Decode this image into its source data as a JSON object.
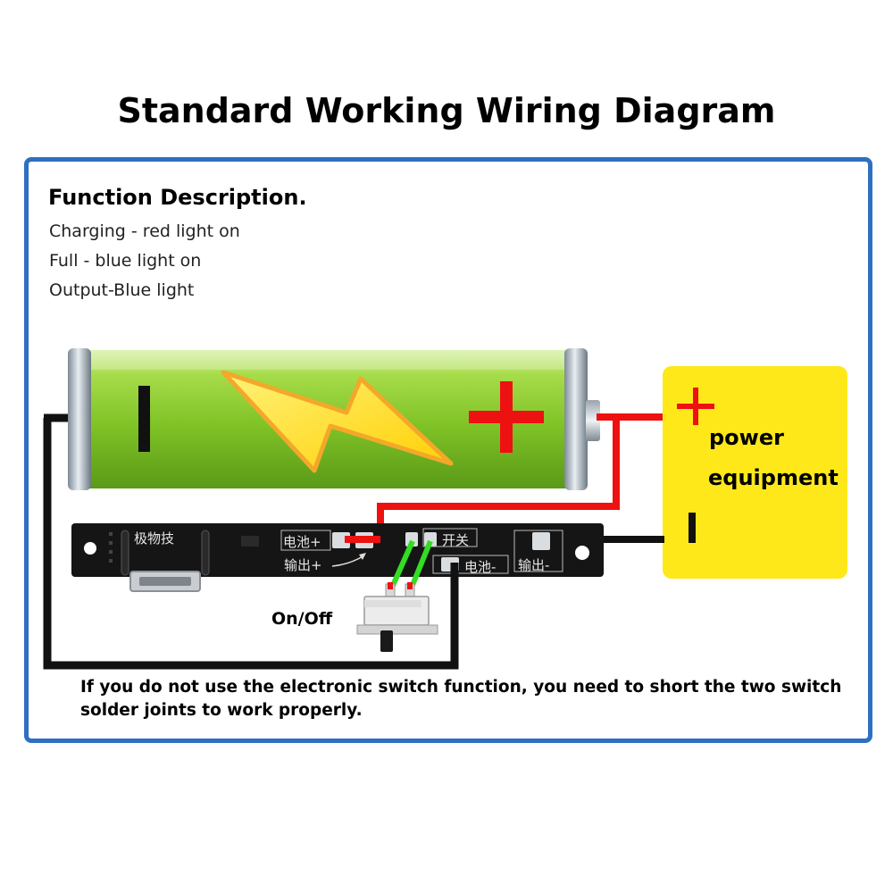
{
  "title": "Standard Working Wiring Diagram",
  "function": {
    "heading": "Function Description.",
    "items": [
      "Charging - red light on",
      "Full - blue light on",
      "Output-Blue light"
    ]
  },
  "battery": {
    "minus_symbol": "|",
    "plus_symbol": "+"
  },
  "power_equipment": {
    "plus_symbol": "+",
    "line1": "power",
    "line2": "equipment",
    "minus_symbol": "|"
  },
  "pcb": {
    "brand": "极物技",
    "battery_plus": "电池+",
    "output_plus": "输出+",
    "switch": "开关",
    "battery_minus": "电池-",
    "output_minus": "输出-"
  },
  "switch_label": "On/Off",
  "note": "If you do not use the electronic switch function, you need to short the two switch solder joints to work properly.",
  "colors": {
    "frame": "#2e6fc0",
    "red_wire": "#ee1111",
    "black_wire": "#111111",
    "green_wire": "#33dd22",
    "battery_green": "#8ccc2a",
    "bolt_yellow": "#ffe21a",
    "power_box": "#ffe81a",
    "pcb": "#151515"
  }
}
